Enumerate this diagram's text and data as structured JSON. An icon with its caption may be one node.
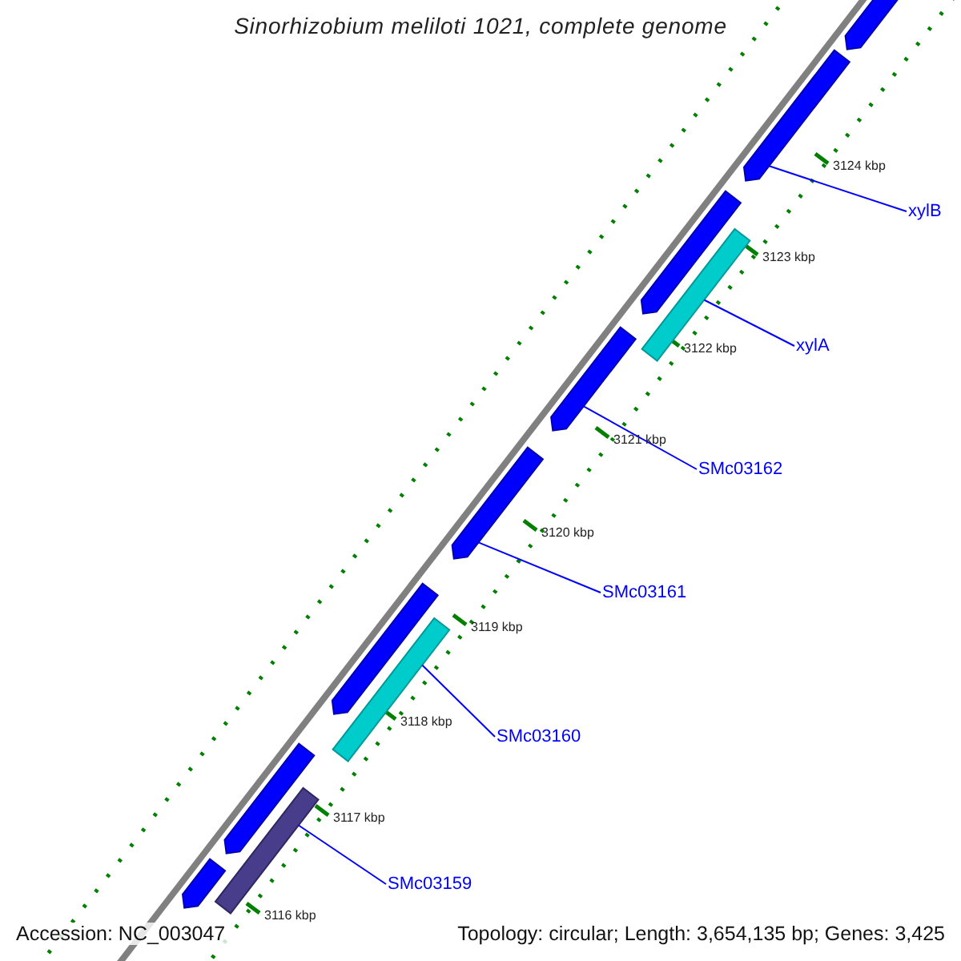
{
  "diagram": {
    "title": "Sinorhizobium meliloti 1021, complete genome",
    "nodes": [
      {
        "text": [
          "xylB"
        ]
      },
      {
        "text": [
          "xylA"
        ]
      },
      {
        "text": [
          "SMc03162"
        ]
      },
      {
        "text": [
          "SMc03161"
        ]
      },
      {
        "text": [
          "SMc03160"
        ]
      },
      {
        "text": [
          "SMc03159"
        ]
      },
      {
        "text": [],
        "shape": "box"
      },
      {
        "text": [],
        "shape": "box"
      },
      {
        "text": [],
        "shape": "box"
      },
      {
        "text": [],
        "shape": "bar"
      },
      {
        "text": [],
        "shape": "box"
      },
      {
        "text": [],
        "shape": "box"
      },
      {
        "text": [],
        "shape": "box"
      },
      {
        "text": [],
        "shape": "bar"
      },
      {
        "text": [],
        "shape": "box"
      },
      {
        "text": [],
        "shape": "bar"
      },
      {
        "text": [],
        "shape": "box"
      }
    ],
    "edges": [
      {
        "from": 0,
        "to": 7,
        "arrow": "none"
      },
      {
        "from": 1,
        "to": 9,
        "arrow": "none"
      },
      {
        "from": 2,
        "to": 10,
        "arrow": "none"
      },
      {
        "from": 3,
        "to": 11,
        "arrow": "none"
      },
      {
        "from": 4,
        "to": 13,
        "arrow": "none"
      },
      {
        "from": 5,
        "to": 15,
        "arrow": "none"
      }
    ],
    "labels": [
      "3124 kbp",
      "3123 kbp",
      "3122 kbp",
      "3121 kbp",
      "3120 kbp",
      "3119 kbp",
      "3118 kbp",
      "3117 kbp",
      "3116 kbp",
      "Accession: NC_003047",
      "Topology: circular; Length: 3,654,135 bp; Genes: 3,425"
    ]
  }
}
